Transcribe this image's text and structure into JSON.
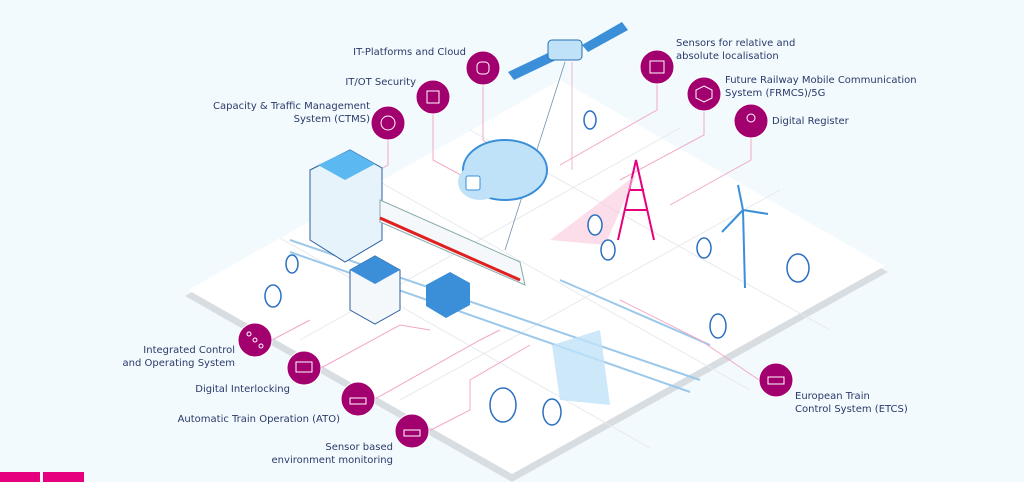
{
  "colors": {
    "accent": "#a3006f",
    "connector": "#f0a8c8",
    "tower": "#e6007e",
    "structure": "#3a8fd8",
    "background": "#f2fafd"
  },
  "features": [
    {
      "id": "it-platforms",
      "label": "IT-Platforms and Cloud",
      "icon": "cloud-icon"
    },
    {
      "id": "it-ot-security",
      "label": "IT/OT Security",
      "icon": "shield-network-icon"
    },
    {
      "id": "ctms",
      "label": "Capacity & Traffic Management System (CTMS)",
      "icon": "brain-icon"
    },
    {
      "id": "localisation",
      "label": "Sensors for relative and absolute localisation",
      "icon": "map-sensor-icon"
    },
    {
      "id": "frmcs",
      "label": "Future Railway Mobile Communication System (FRMCS)/5G",
      "icon": "5g-network-icon"
    },
    {
      "id": "digital-register",
      "label": "Digital Register",
      "icon": "map-pin-icon"
    },
    {
      "id": "integrated-control",
      "label": "Integrated Control and Operating System",
      "icon": "nodes-icon"
    },
    {
      "id": "digital-interlocking",
      "label": "Digital Interlocking",
      "icon": "monitor-icon"
    },
    {
      "id": "ato",
      "label": "Automatic Train Operation (ATO)",
      "icon": "train-hand-icon"
    },
    {
      "id": "sensor-env",
      "label": "Sensor based environment monitoring",
      "icon": "sensor-wifi-icon"
    },
    {
      "id": "etcs",
      "label": "European Train Control System (ETCS)",
      "icon": "train-icon"
    }
  ],
  "labels": {
    "it_platforms": "IT-Platforms and Cloud",
    "it_ot": "IT/OT Security",
    "ctms_1": "Capacity & Traffic Management",
    "ctms_2": "System (CTMS)",
    "loc_1": "Sensors for relative and",
    "loc_2": "absolute localisation",
    "frmcs_1": "Future Railway Mobile Communication",
    "frmcs_2": "System (FRMCS)/5G",
    "register": "Digital Register",
    "ics_1": "Integrated Control",
    "ics_2": "and Operating System",
    "interlocking": "Digital Interlocking",
    "ato": "Automatic Train Operation (ATO)",
    "env_1": "Sensor based",
    "env_2": "environment monitoring",
    "etcs_1": "European Train",
    "etcs_2": "Control System (ETCS)"
  }
}
